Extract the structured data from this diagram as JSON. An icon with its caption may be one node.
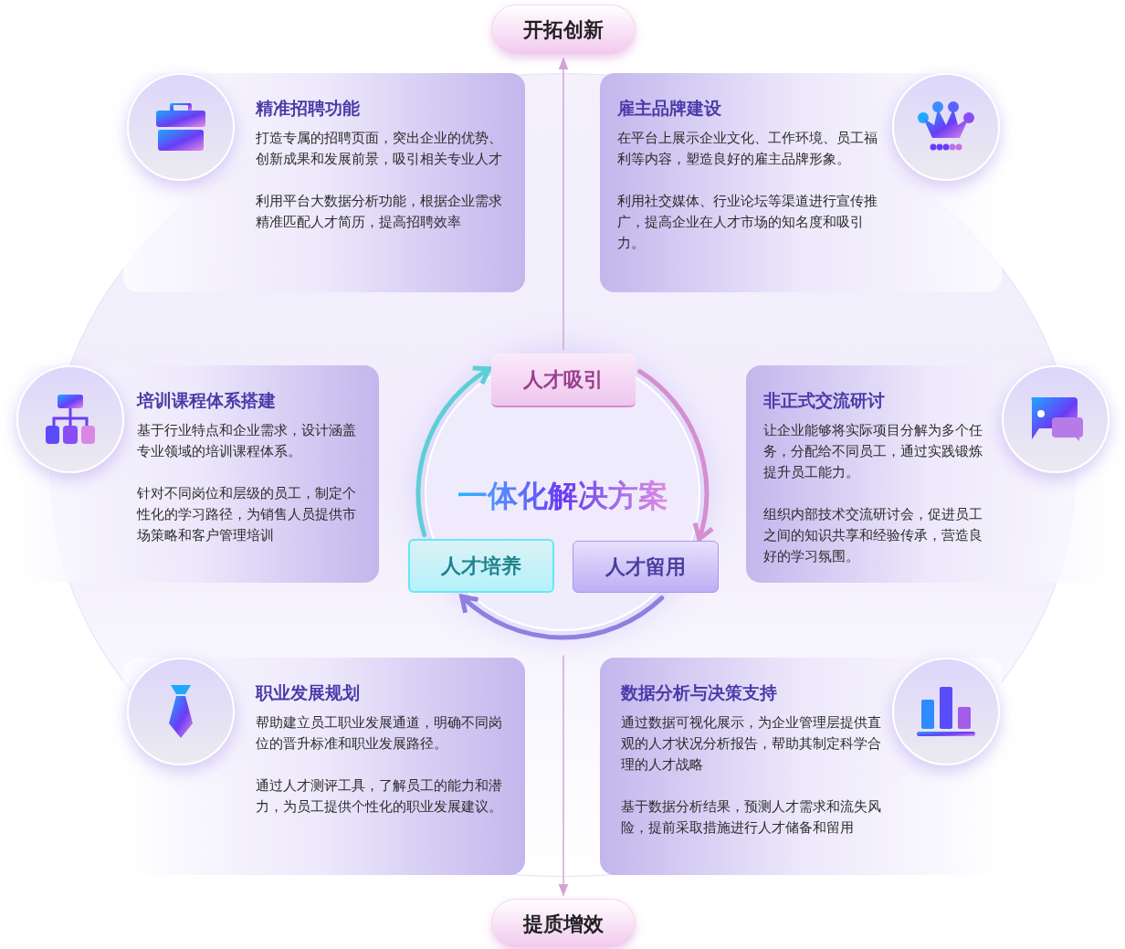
{
  "diagram": {
    "nodes": [
      {
        "text": [
          "开拓创新"
        ]
      },
      {
        "text": [
          "精准招聘功能",
          "打造专属的招聘页面，突出企业的优势、创新成果和发展前景，吸引相关专业人才",
          "利用平台大数据分析功能，根据企业需求精准匹配人才简历，提高招聘效率"
        ]
      },
      {
        "text": [
          "雇主品牌建设",
          "在平台上展示企业文化、工作环境、员工福利等内容，塑造良好的雇主品牌形象。",
          "利用社交媒体、行业论坛等渠道进行宣传推广，提高企业在人才市场的知名度和吸引力。"
        ]
      },
      {
        "text": [
          "培训课程体系搭建",
          "基于行业特点和企业需求，设计涵盖专业领域的培训课程体系。",
          "针对不同岗位和层级的员工，制定个性化的学习路径，为销售人员提供市场策略和客户管理培训"
        ]
      },
      {
        "text": [
          "非正式交流研讨",
          "让企业能够将实际项目分解为多个任务，分配给不同员工，通过实践锻炼提升员工能力。",
          "组织内部技术交流研讨会，促进员工之间的知识共享和经验传承，营造良好的学习氛围。"
        ]
      },
      {
        "text": [
          "职业发展规划",
          "帮助建立员工职业发展通道，明确不同岗位的晋升标准和职业发展路径。",
          "通过人才测评工具，了解员工的能力和潜力，为员工提供个性化的职业发展建议。"
        ]
      },
      {
        "text": [
          "数据分析与决策支持",
          "通过数据可视化展示，为企业管理层提供直观的人才状况分析报告，帮助其制定科学合理的人才战略",
          "基于数据分析结果，预测人才需求和流失风险，提前采取措施进行人才储备和留用"
        ]
      },
      {
        "text": [
          "一体化解决方案"
        ]
      },
      {
        "text": [
          "人才吸引"
        ]
      },
      {
        "text": [
          "人才培养"
        ]
      },
      {
        "text": [
          "人才留用"
        ]
      },
      {
        "text": [
          "提质增效"
        ]
      }
    ],
    "edges": [
      {
        "from": 8,
        "to": 0,
        "arrow": "to"
      },
      {
        "from": null,
        "to": 11,
        "arrow": "to"
      },
      {
        "from": 8,
        "to": 10,
        "arrow": "to",
        "color": "#d48fcf"
      },
      {
        "from": 10,
        "to": 9,
        "arrow": "to",
        "color": "#8f7fe0"
      },
      {
        "from": 9,
        "to": 8,
        "arrow": "to",
        "color": "#5ccfd6"
      }
    ]
  }
}
